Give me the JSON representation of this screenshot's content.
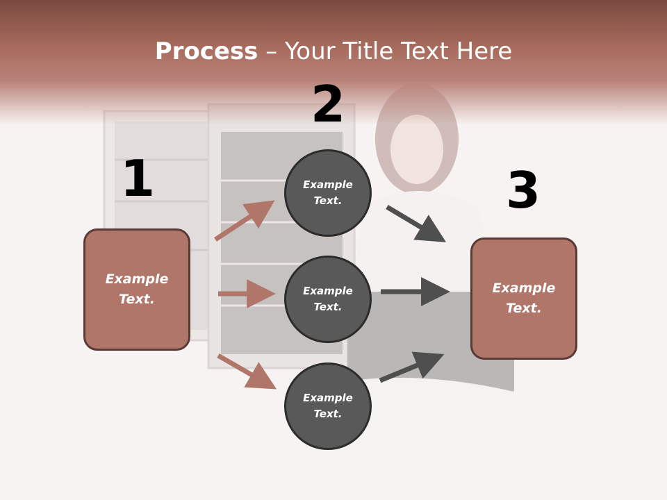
{
  "slide": {
    "title_bold": "Process",
    "title_rest": " – Your Title Text Here",
    "step_numbers": [
      "1",
      "2",
      "3"
    ],
    "left_box": "Example\nText.",
    "right_box": "Example\nText.",
    "circles": [
      "Example\nText.",
      "Example\nText.",
      "Example\nText."
    ]
  },
  "colors": {
    "header": "#a96d5f",
    "box_fill": "#b0766a",
    "circle_fill": "#595959",
    "left_arrows": "#b0766a",
    "right_arrows": "#4f4f4f"
  }
}
